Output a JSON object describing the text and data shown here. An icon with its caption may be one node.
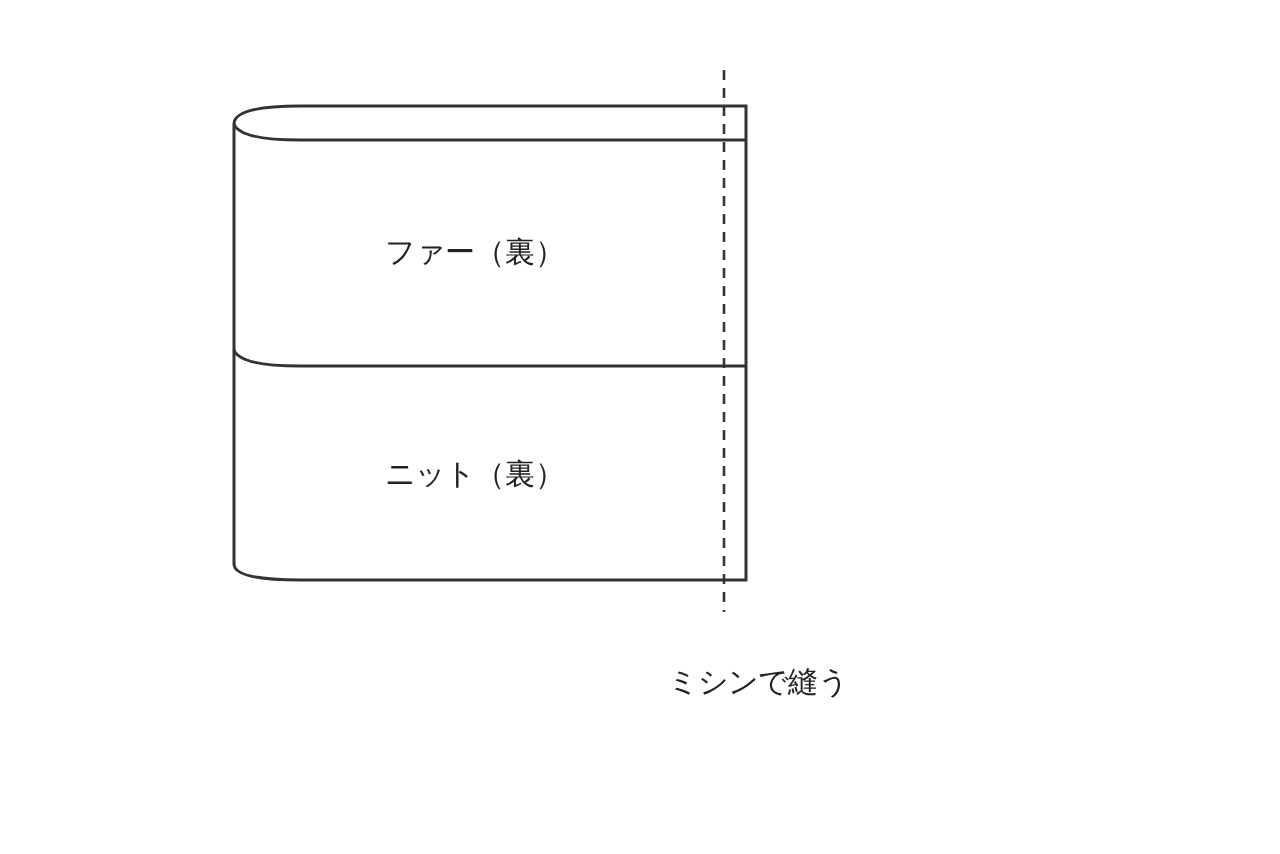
{
  "diagram": {
    "nodes": [
      {
        "text": [
          "ファー（裏）"
        ]
      },
      {
        "text": [
          "ニット（裏）"
        ]
      }
    ],
    "labels": [
      "ミシンで縫う"
    ]
  }
}
